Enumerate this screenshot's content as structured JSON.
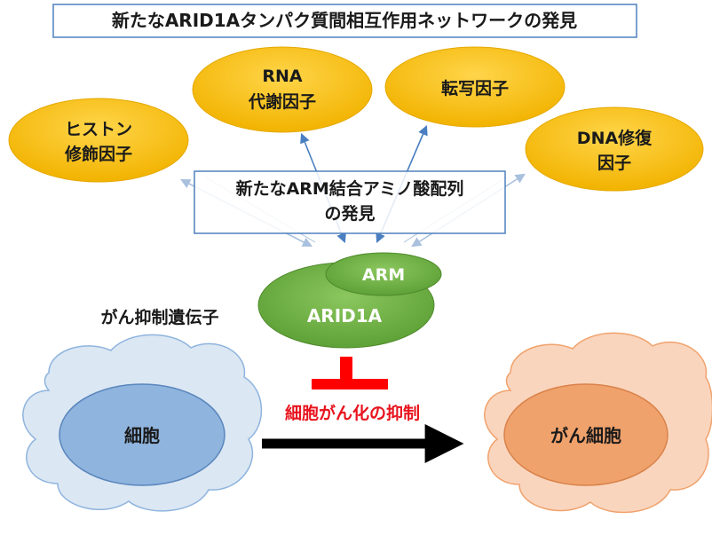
{
  "title": "新たなARID1Aタンパク質間相互作用ネットワークの発見",
  "factors": {
    "histone": {
      "line1": "ヒストン",
      "line2": "修飾因子"
    },
    "rna": {
      "line1": "RNA",
      "line2": "代謝因子"
    },
    "transcription": {
      "line1": "転写因子"
    },
    "dna": {
      "line1": "DNA修復",
      "line2": "因子"
    }
  },
  "arm_sequence_box": {
    "line1": "新たなARM結合アミノ酸配列",
    "line2": "の発見"
  },
  "arm_label": "ARM",
  "arid1a_label": "ARID1A",
  "suppressor_label": "がん抑制遺伝子",
  "inhibition_label": "細胞がん化の抑制",
  "normal_cell_label": "細胞",
  "cancer_cell_label": "がん細胞",
  "colors": {
    "factor_fill": "#f6bc12",
    "factor_stroke": "#e5a800",
    "arid1a_green": "#6db33f",
    "blue_arrow": "#4a7fc1",
    "light_arrow": "#b9cde5",
    "box_border": "#4f81bd",
    "inhibit_red": "#ff0000",
    "normal_cloud": "#dbe7f3",
    "normal_nucleus": "#8fb4de",
    "cancer_cloud": "#fad5be",
    "cancer_nucleus": "#f0a26c"
  }
}
